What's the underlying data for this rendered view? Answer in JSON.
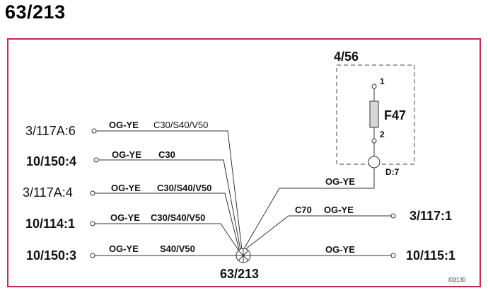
{
  "page_title": "63/213",
  "module_label": "4/56",
  "fuse_label": "F47",
  "fuse_pin_top": "1",
  "fuse_pin_bottom": "2",
  "fuse_connector": "D:7",
  "splice_label": "63/213",
  "left_terminals": [
    {
      "id": "3/117A:6",
      "color": "OG-YE",
      "variant": "C30/S40/V50"
    },
    {
      "id": "10/150:4",
      "color": "OG-YE",
      "variant": "C30"
    },
    {
      "id": "3/117A:4",
      "color": "OG-YE",
      "variant": "C30/S40/V50"
    },
    {
      "id": "10/114:1",
      "color": "OG-YE",
      "variant": "C30/S40/V50"
    },
    {
      "id": "10/150:3",
      "color": "OG-YE",
      "variant": "S40/V50"
    }
  ],
  "right_terminals": [
    {
      "id": "3/117:1",
      "color": "OG-YE",
      "variant": "C70"
    },
    {
      "id": "10/115:1",
      "color": "OG-YE",
      "variant": ""
    }
  ],
  "fuse_wire_color": "OG-YE",
  "image_code": "I03130",
  "colors": {
    "frame": "#c8294a",
    "fuse_fill": "#d8d8d8"
  }
}
